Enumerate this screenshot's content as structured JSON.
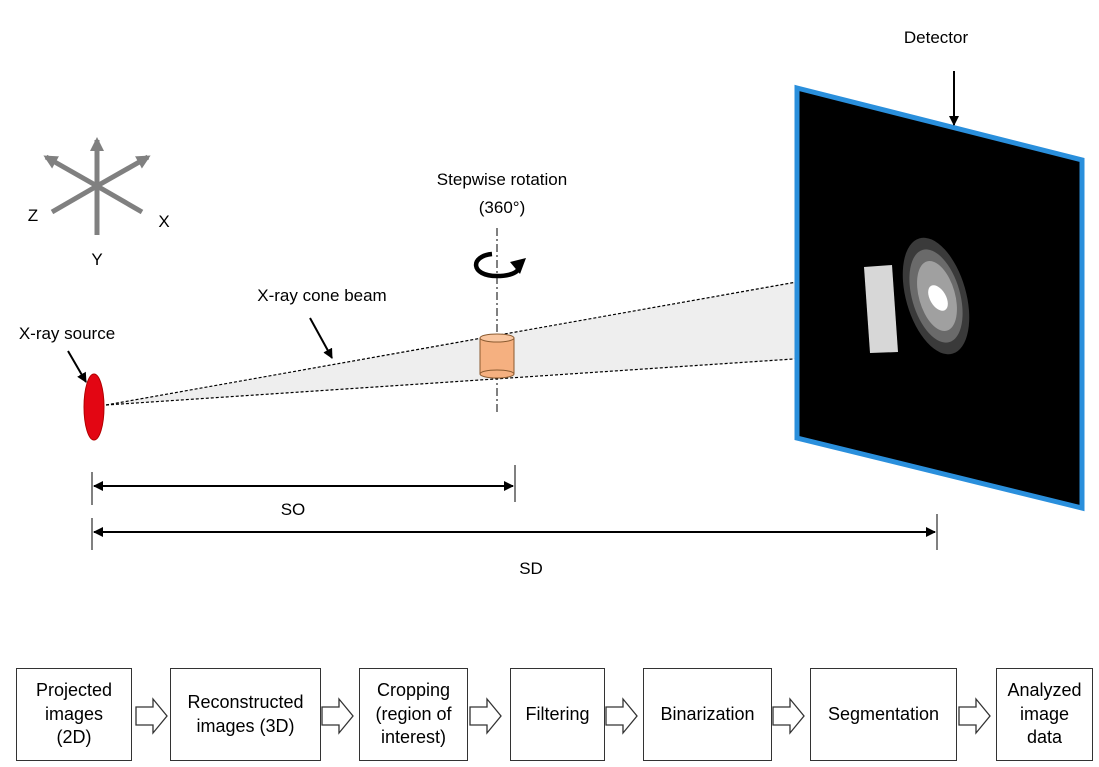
{
  "diagram": {
    "axes": {
      "x_label": "X",
      "y_label": "Y",
      "z_label": "Z"
    },
    "source_label": "X-ray source",
    "beam_label": "X-ray cone beam",
    "rotation_label_line1": "Stepwise  rotation",
    "rotation_label_line2": "(360°)",
    "detector_label": "Detector",
    "so_label": "SO",
    "sd_label": "SD",
    "colors": {
      "source": "#e30613",
      "sample": "#f5b080",
      "detector_frame": "#2a8fdc",
      "detector_screen": "#000000",
      "beam_fill": "#eeeeee",
      "axis_arrows": "#808080"
    }
  },
  "workflow": {
    "steps": [
      "Projected\nimages\n(2D)",
      "Reconstructed\nimages (3D)",
      "Cropping\n(region of\ninterest)",
      "Filtering",
      "Binarization",
      "Segmentation",
      "Analyzed\nimage\ndata"
    ]
  }
}
